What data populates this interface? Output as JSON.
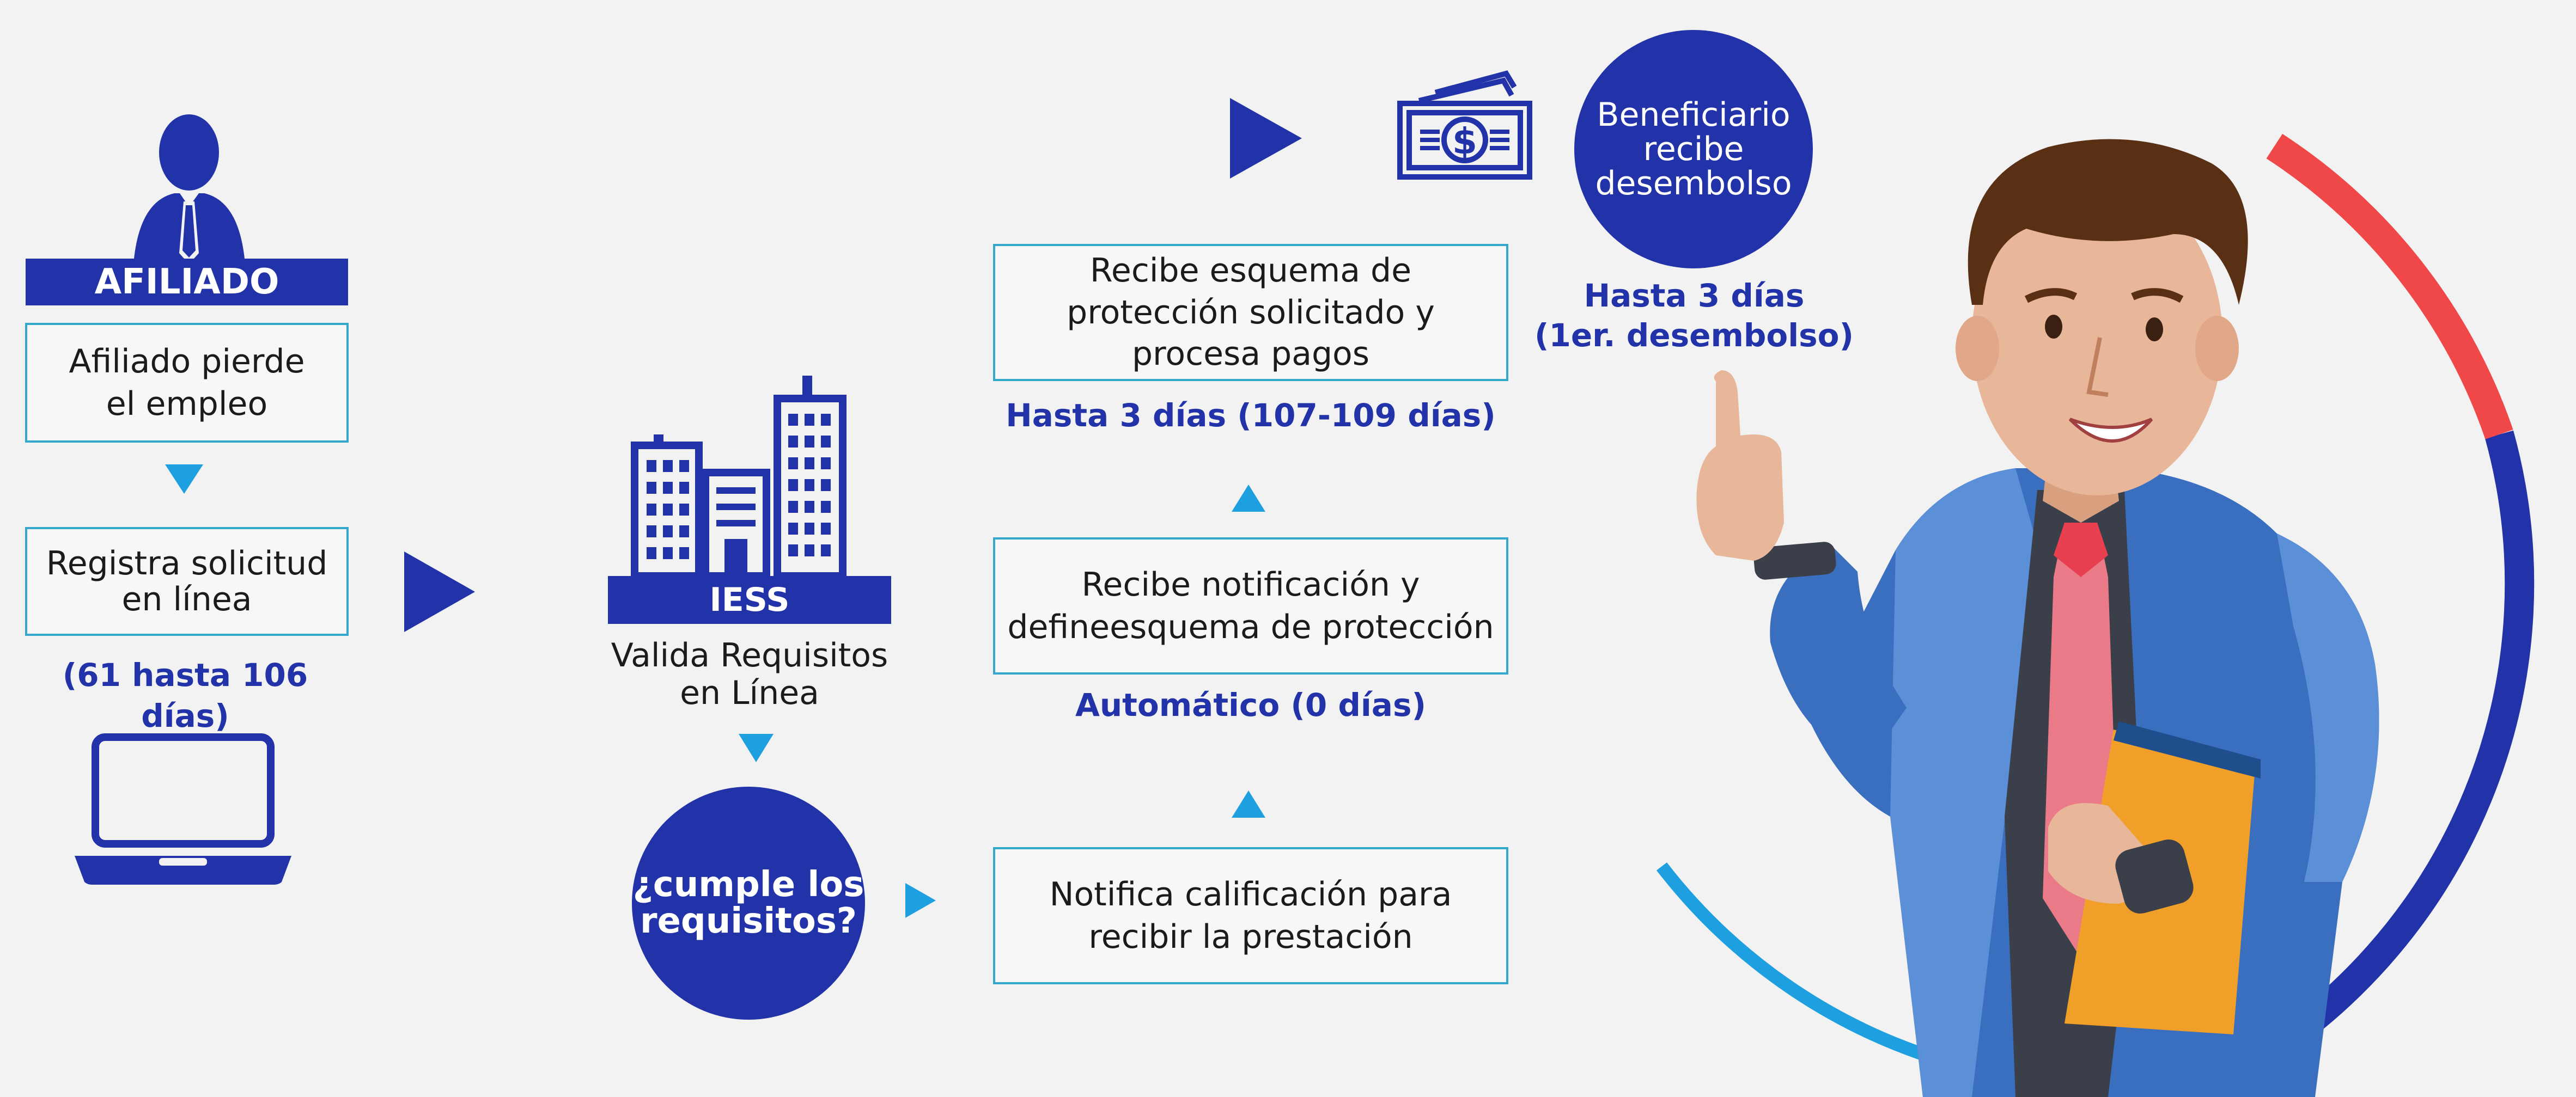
{
  "colors": {
    "navy": "#2233aa",
    "cyan": "#33a8cc",
    "light_blue": "#1ea0e0",
    "red": "#f04040",
    "background": "#f2f2f2"
  },
  "afiliado": {
    "banner": "AFILIADO",
    "step1": "Afiliado pierde\nel empleo",
    "step2": "Registra solicitud\nen línea",
    "duration": "(61 hasta 106 días)"
  },
  "iess": {
    "banner": "IESS",
    "caption": "Valida Requisitos\nen Línea",
    "question": "¿cumple los\nrequisitos?"
  },
  "steps": {
    "notify": "Notifica calificación para\nrecibir la prestación",
    "notify_time": "Automático (0 días)",
    "define": "Recibe notificación y\ndefineesquema de protección",
    "define_time": "Hasta 3 días (107-109 días)",
    "receive": "Recibe esquema de\nprotección solicitado y\nprocesa pagos"
  },
  "beneficiary": {
    "circle": "Beneficiario\nrecibe\ndesembolso",
    "time": "Hasta 3 días\n(1er. desembolso)"
  },
  "icons": [
    "person-tie-icon",
    "laptop-icon",
    "buildings-icon",
    "money-bill-icon",
    "arrow-right-icon",
    "triangle-down-icon",
    "triangle-up-icon"
  ]
}
